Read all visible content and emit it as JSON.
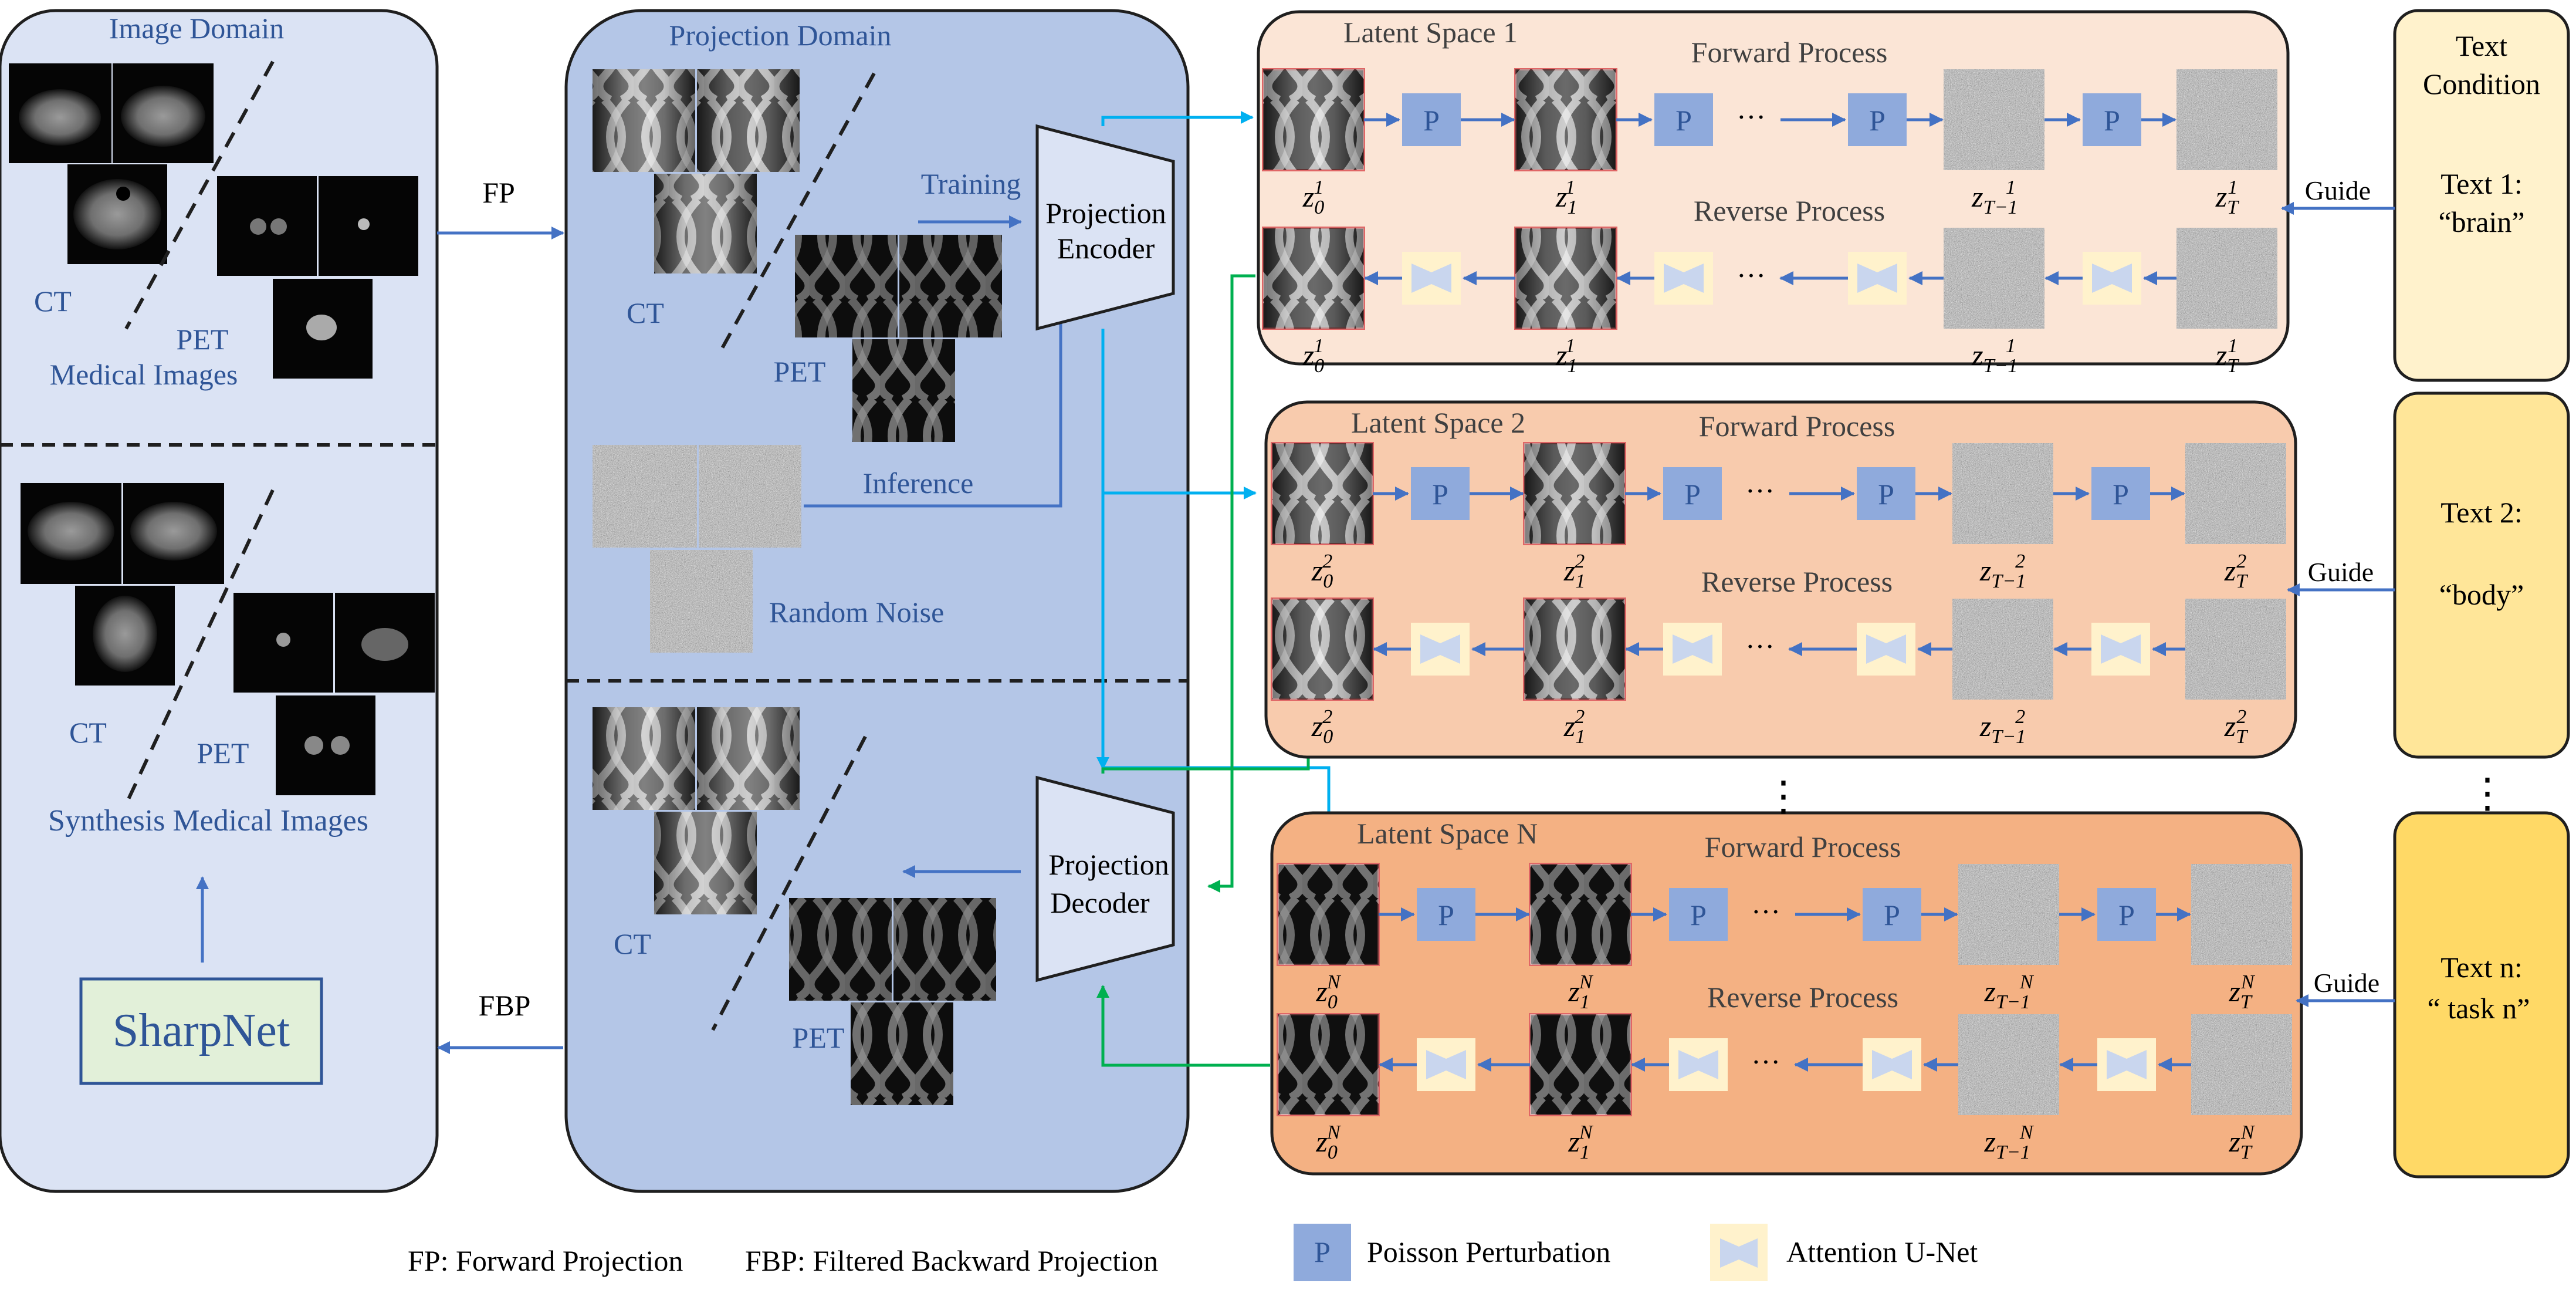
{
  "image_domain": {
    "title": "Image Domain",
    "ct_label": "CT",
    "pet_label": "PET",
    "medical_images": "Medical Images",
    "ct_label_2": "CT",
    "pet_label_2": "PET",
    "synthesis": "Synthesis Medical Images",
    "sharpnet": "SharpNet"
  },
  "projection_domain": {
    "title": "Projection Domain",
    "ct_label": "CT",
    "pet_label": "PET",
    "training": "Training",
    "inference": "Inference",
    "random_noise": "Random Noise",
    "ct_label_2": "CT",
    "pet_label_2": "PET"
  },
  "encoder": {
    "line1": "Projection",
    "line2": "Encoder"
  },
  "decoder": {
    "line1": "Projection",
    "line2": "Decoder"
  },
  "arrows": {
    "fp": "FP",
    "fbp": "FBP",
    "guide": "Guide"
  },
  "latent_spaces": [
    {
      "title": "Latent Space 1",
      "forward": "Forward Process",
      "reverse": "Reverse Process",
      "z0": "z",
      "sup": "1",
      "dots": "···"
    },
    {
      "title": "Latent Space 2",
      "forward": "Forward Process",
      "reverse": "Reverse Process",
      "z0": "z",
      "sup": "2",
      "dots": "···"
    },
    {
      "title": "Latent Space N",
      "forward": "Forward Process",
      "reverse": "Reverse Process",
      "z0": "z",
      "sup": "N",
      "dots": "···"
    }
  ],
  "subscripts": {
    "s0": "0",
    "s1": "1",
    "sT1": "T−1",
    "sT": "T"
  },
  "p_label": "P",
  "text_condition": {
    "title_line1": "Text",
    "title_line2": "Condition",
    "t1_line1": "Text 1:",
    "t1_line2": "“brain”",
    "t2_line1": "Text 2:",
    "t2_line2": "“body”",
    "tn_line1": "Text n:",
    "tn_line2": "“ task n”"
  },
  "vdots": "⋮",
  "legend": {
    "fp": "FP: Forward Projection",
    "fbp": "FBP: Filtered Backward Projection",
    "poisson": "Poisson Perturbation",
    "attention": "Attention U-Net"
  },
  "colors": {
    "image_panel": "#dbe3f4",
    "projection_panel": "#b4c6e7",
    "latent1": "#fbe5d6",
    "latent2": "#f8cbad",
    "latentN": "#f4b183",
    "text1": "#fff2cc",
    "text2": "#ffe699",
    "textN": "#ffd966",
    "p_block": "#8faadc",
    "unet": "#fff2cc",
    "blue_text": "#2f5597",
    "arrow_blue": "#4472c4",
    "arrow_cyan": "#00b0f0",
    "arrow_green": "#00b050",
    "sharpnet": "#e2f0d9"
  }
}
